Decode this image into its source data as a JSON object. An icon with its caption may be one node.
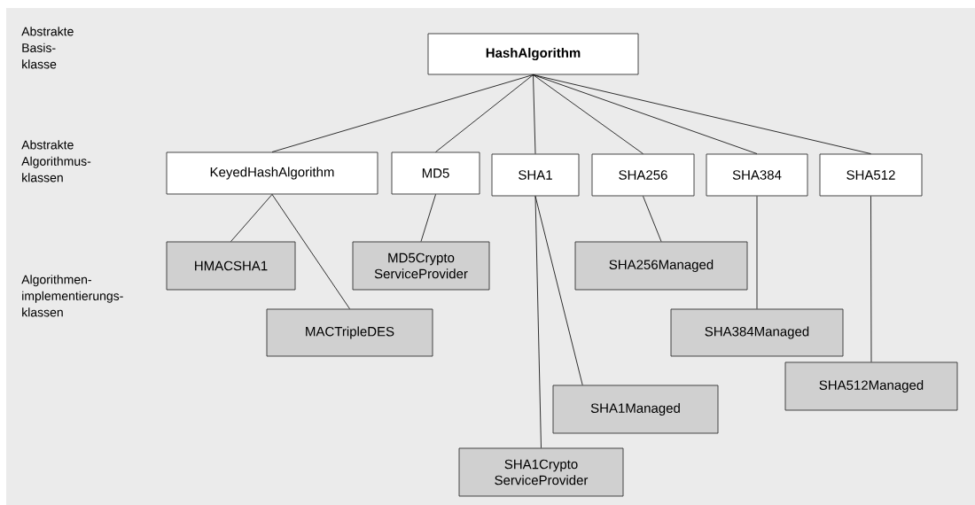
{
  "diagram": {
    "nodes": [
      {
        "text": [
          "HashAlgorithm"
        ]
      },
      {
        "text": [
          "KeyedHashAlgorithm"
        ]
      },
      {
        "text": [
          "MD5"
        ]
      },
      {
        "text": [
          "SHA1"
        ]
      },
      {
        "text": [
          "SHA256"
        ]
      },
      {
        "text": [
          "SHA384"
        ]
      },
      {
        "text": [
          "SHA512"
        ]
      },
      {
        "text": [
          "HMACSHA1"
        ]
      },
      {
        "text": [
          "MD5Crypto ServiceProvider"
        ]
      },
      {
        "text": [
          "SHA256Managed"
        ]
      },
      {
        "text": [
          "MACTripleDES"
        ]
      },
      {
        "text": [
          "SHA384Managed"
        ]
      },
      {
        "text": [
          "SHA512Managed"
        ]
      },
      {
        "text": [
          "SHA1Managed"
        ]
      },
      {
        "text": [
          "SHA1Crypto ServiceProvider"
        ]
      }
    ],
    "edges": [
      {
        "from": 0,
        "to": 1,
        "arrow": "none"
      },
      {
        "from": 0,
        "to": 2,
        "arrow": "none"
      },
      {
        "from": 0,
        "to": 3,
        "arrow": "none"
      },
      {
        "from": 0,
        "to": 4,
        "arrow": "none"
      },
      {
        "from": 0,
        "to": 5,
        "arrow": "none"
      },
      {
        "from": 0,
        "to": 6,
        "arrow": "none"
      },
      {
        "from": 1,
        "to": 7,
        "arrow": "none"
      },
      {
        "from": 1,
        "to": 10,
        "arrow": "none"
      },
      {
        "from": 2,
        "to": 8,
        "arrow": "none"
      },
      {
        "from": 3,
        "to": 13,
        "arrow": "none"
      },
      {
        "from": 3,
        "to": 14,
        "arrow": "none"
      },
      {
        "from": 4,
        "to": 9,
        "arrow": "none"
      },
      {
        "from": 5,
        "to": 11,
        "arrow": "none"
      },
      {
        "from": 6,
        "to": 12,
        "arrow": "none"
      }
    ],
    "labels": [
      "Abstrakte Basis- klasse",
      "Abstrakte Algorithmus- klassen",
      "Algorithmen- implementierungs- klassen"
    ]
  }
}
